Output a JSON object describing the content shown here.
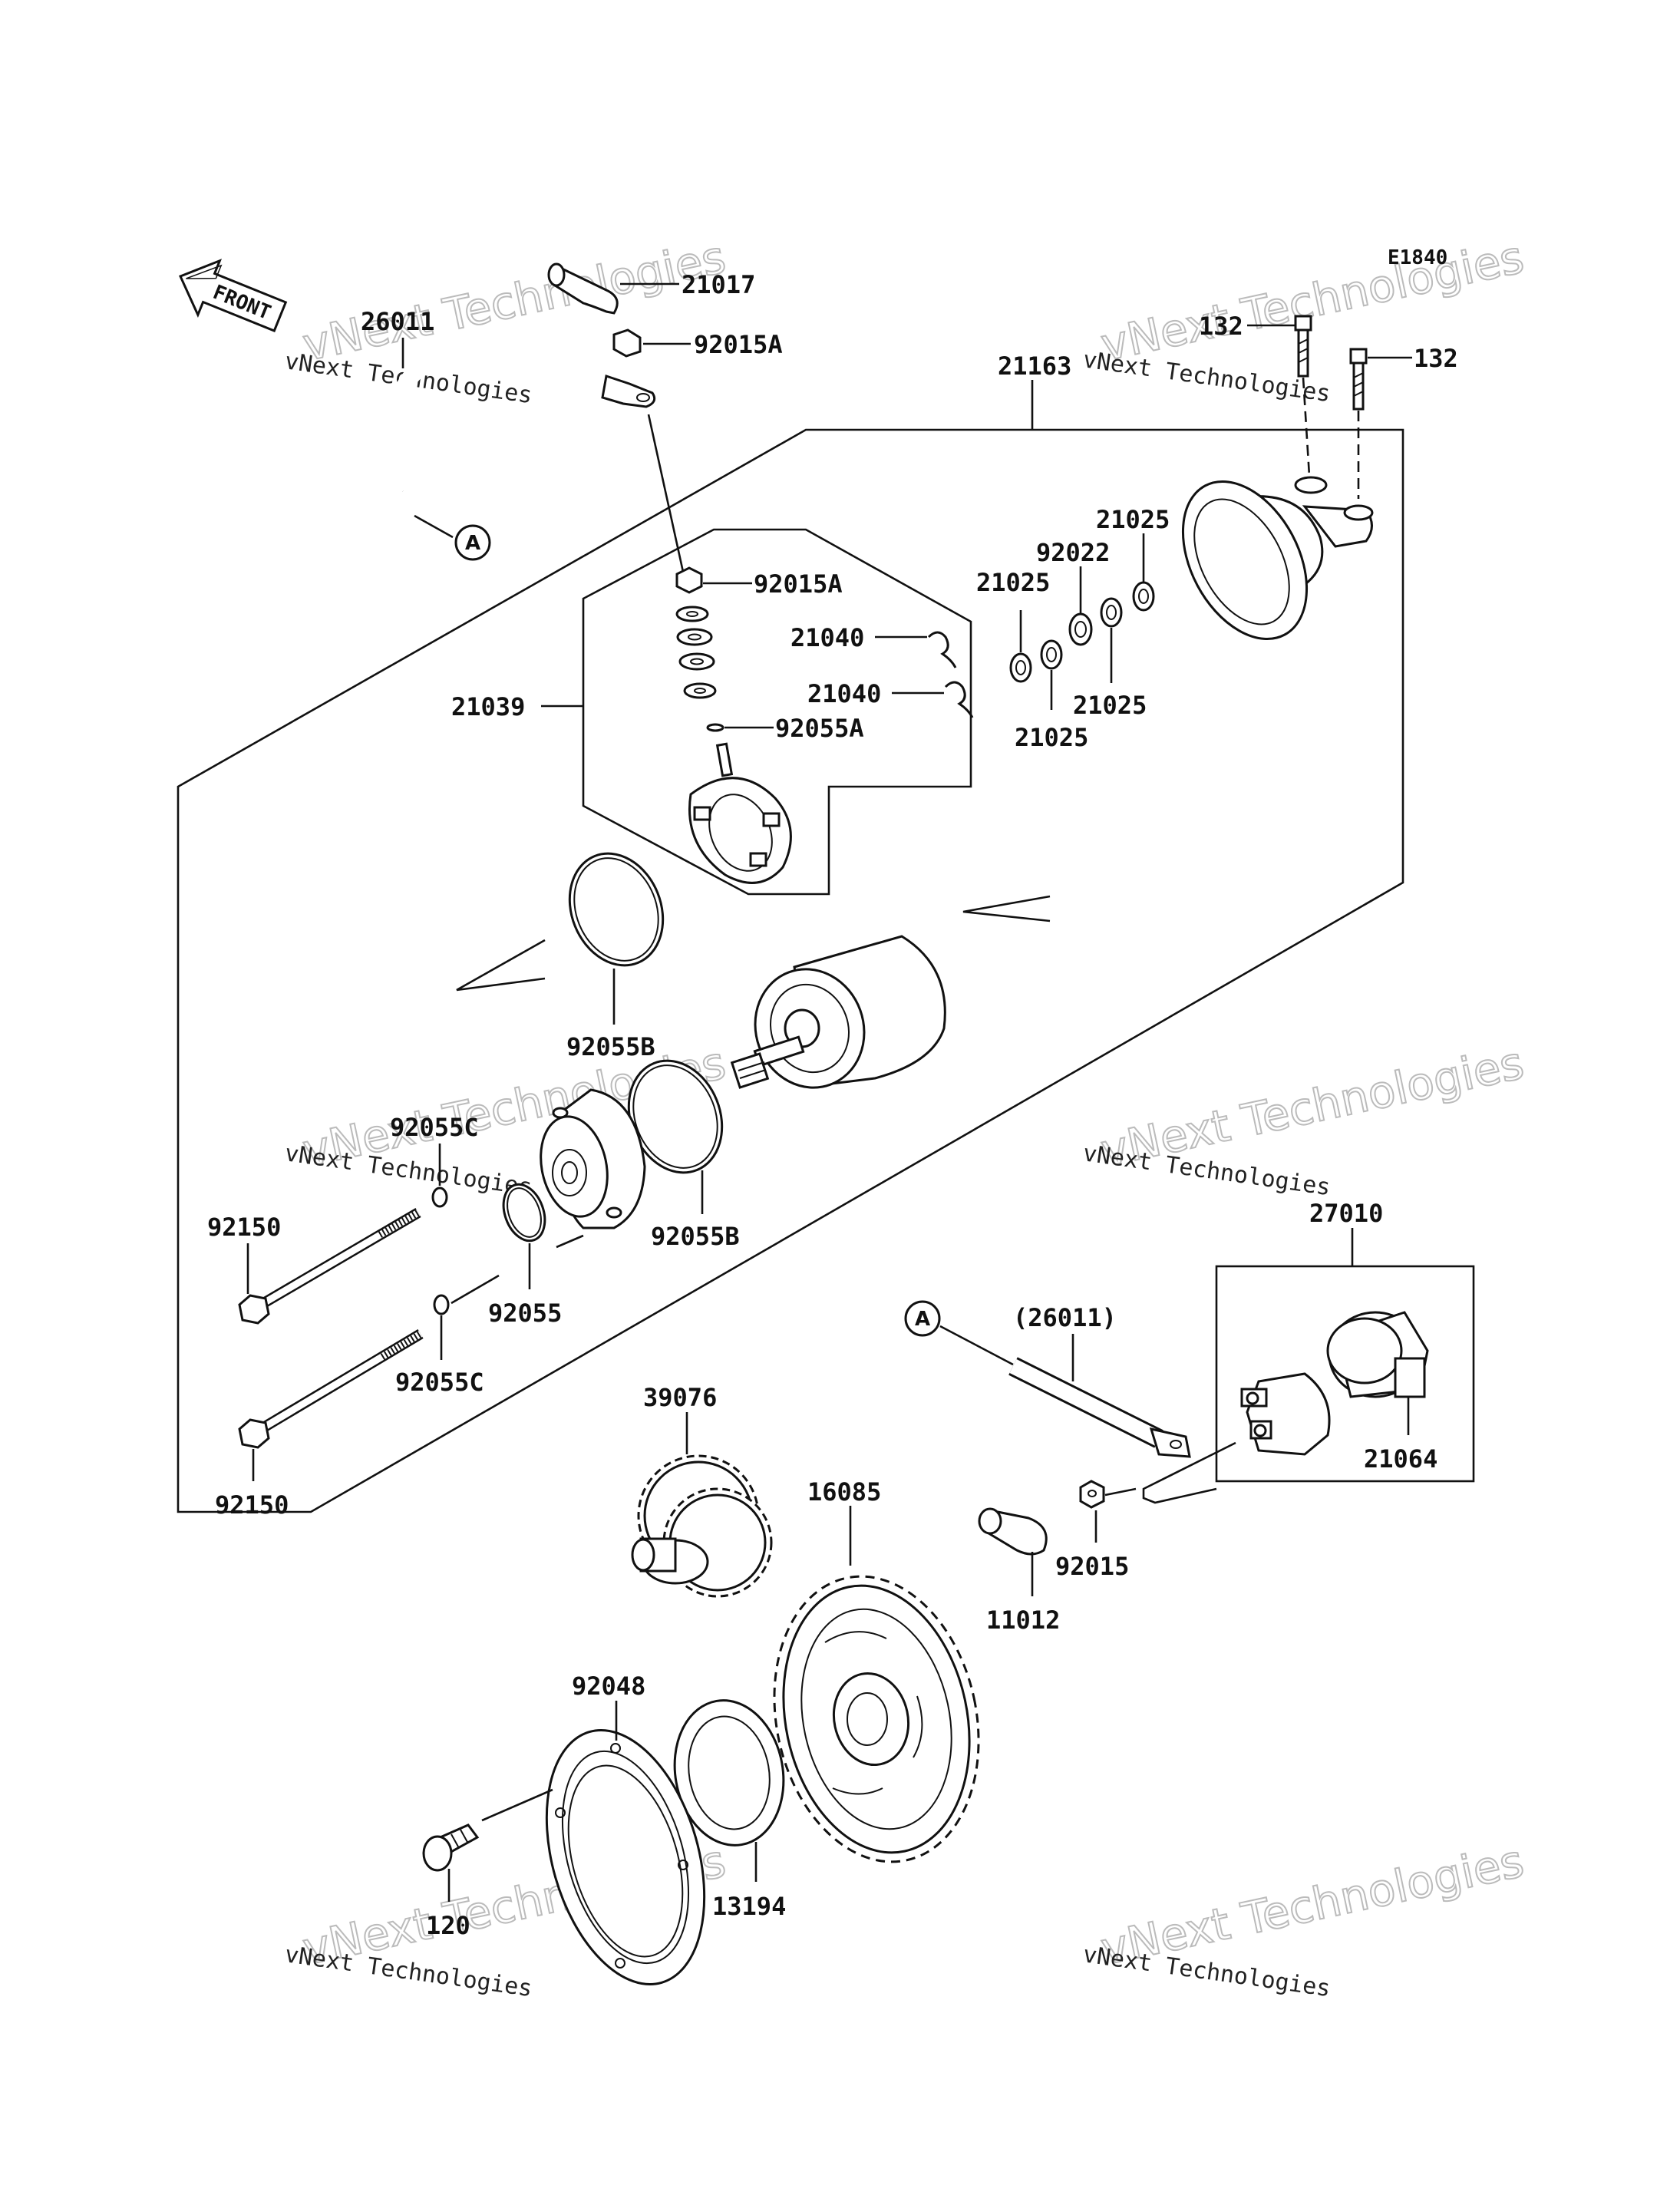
{
  "diagram_code": "E1840",
  "front_arrow_label": "FRONT",
  "reference_marker": "A",
  "watermark": {
    "small": "vNext Technologies",
    "big": "vNext Technologies"
  },
  "parts": {
    "p21017": "21017",
    "p92015A_top": "92015A",
    "p26011": "26011",
    "p21163": "21163",
    "p132_left": "132",
    "p132_right": "132",
    "p92015A_mid": "92015A",
    "p21025_top": "21025",
    "p92022": "92022",
    "p21025_left": "21025",
    "p21040_top": "21040",
    "p21040_bottom": "21040",
    "p21025_right": "21025",
    "p21025_bottom": "21025",
    "p21039": "21039",
    "p92055A": "92055A",
    "p92055B_top": "92055B",
    "p92055C_top": "92055C",
    "p92150_top": "92150",
    "p92055B_bottom": "92055B",
    "p92055": "92055",
    "p92055C_bottom": "92055C",
    "p92150_bottom": "92150",
    "p27010": "27010",
    "p26011_ref": "(26011)",
    "p21064": "21064",
    "p39076": "39076",
    "p16085": "16085",
    "p92015": "92015",
    "p11012": "11012",
    "p92048": "92048",
    "p120": "120",
    "p13194": "13194"
  }
}
